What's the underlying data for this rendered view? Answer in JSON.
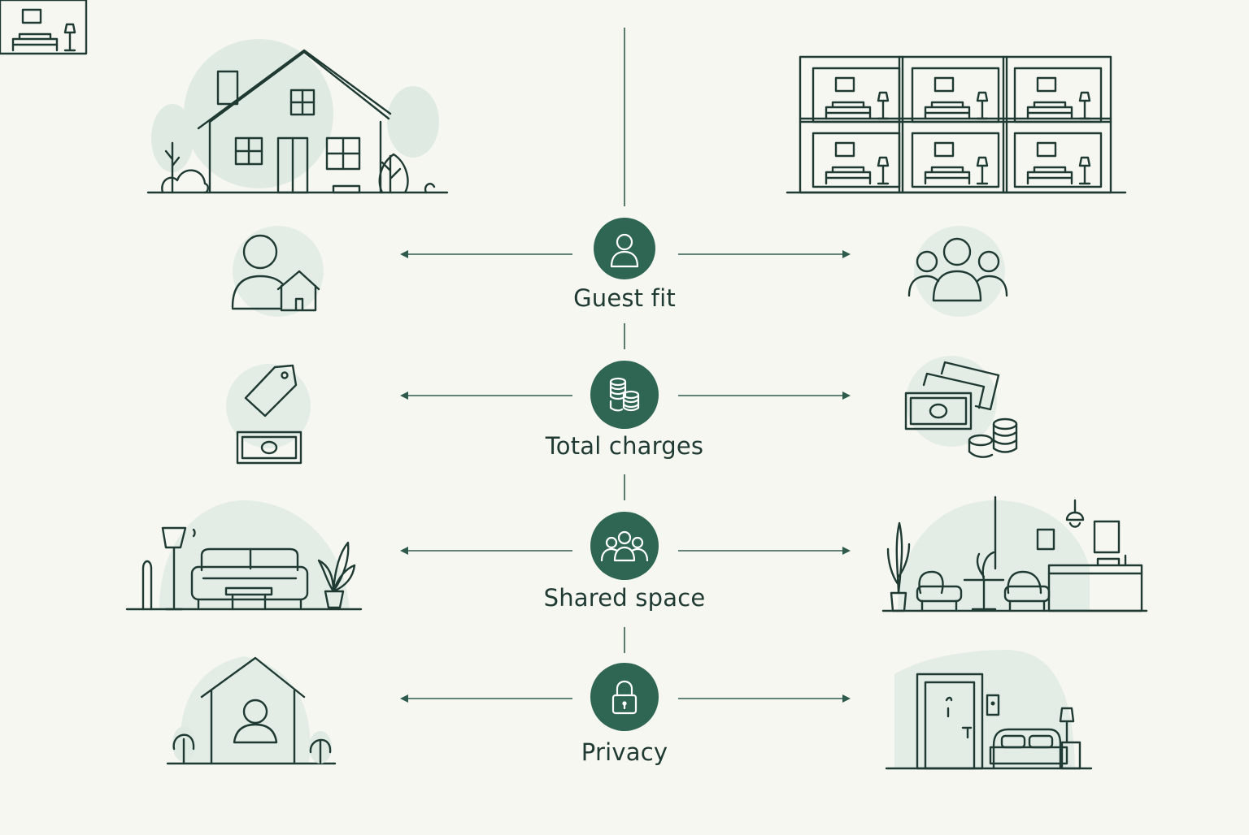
{
  "accent_color": "#2f6653",
  "line_color": "#1f3a32",
  "background_color": "#f7f7f2",
  "rows": [
    {
      "label": "Guest fit",
      "center_icon": "person-icon"
    },
    {
      "label": "Total charges",
      "center_icon": "coins-icon"
    },
    {
      "label": "Shared space",
      "center_icon": "group-icon"
    },
    {
      "label": "Privacy",
      "center_icon": "lock-icon"
    }
  ]
}
